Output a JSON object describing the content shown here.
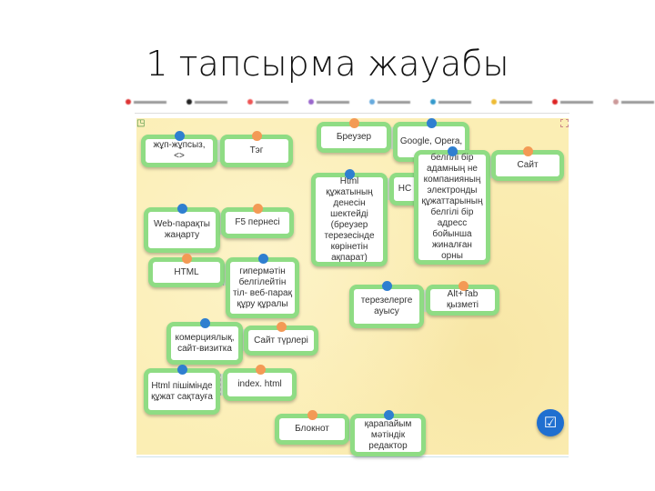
{
  "slide": {
    "title": "1 тапсырма жауабы"
  },
  "colors": {
    "board": "#fbeeb4",
    "card_border": "#8fdc84",
    "dot_blue": "#2f7fd0",
    "dot_orange": "#f39a55",
    "check_button": "#1f6fd0"
  },
  "bookmark_colors": [
    "#d33",
    "#222",
    "#e55",
    "#96c",
    "#6ad",
    "#39c",
    "#eb3",
    "#d22",
    "#c99"
  ],
  "cards": [
    {
      "text": "жұп-жұпсыз, <>",
      "dot": "blue"
    },
    {
      "text": "Тэг",
      "dot": "orange"
    },
    {
      "text": "Бреузер",
      "dot": "orange"
    },
    {
      "text": "Google, Opera,",
      "dot": "blue"
    },
    {
      "text": "Html құжатының денесін шектейді (бреузер терезесінде көрінетін ақпарат)",
      "dot": "blue"
    },
    {
      "text": "НС",
      "dot": "none"
    },
    {
      "text": "белгілі бір адамның не компанияның электронды құжаттарының белгілі бір адресс бойынша жиналған орны",
      "dot": "blue"
    },
    {
      "text": "Сайт",
      "dot": "orange"
    },
    {
      "text": "Web-парақты жаңарту",
      "dot": "blue"
    },
    {
      "text": "F5 пернесі",
      "dot": "orange"
    },
    {
      "text": "HTML",
      "dot": "orange"
    },
    {
      "text": "гипермәтін белгілейтін тіл- веб-парақ құру құралы",
      "dot": "blue"
    },
    {
      "text": "терезелерге ауысу",
      "dot": "blue"
    },
    {
      "text": "Alt+Tab қызметі",
      "dot": "orange"
    },
    {
      "text": "комерциялық, сайт-визитка",
      "dot": "blue"
    },
    {
      "text": "Сайт түрлері",
      "dot": "orange"
    },
    {
      "text": "Html пішімінде құжат сақтауға",
      "dot": "blue"
    },
    {
      "text": "index. html",
      "dot": "orange"
    },
    {
      "text": "Блокнот",
      "dot": "orange"
    },
    {
      "text": "қарапайым мәтіндік редактор",
      "dot": "blue"
    }
  ],
  "icons": {
    "corner": "app-icon",
    "fullscreen": "fullscreen-icon",
    "check": "check-icon"
  }
}
